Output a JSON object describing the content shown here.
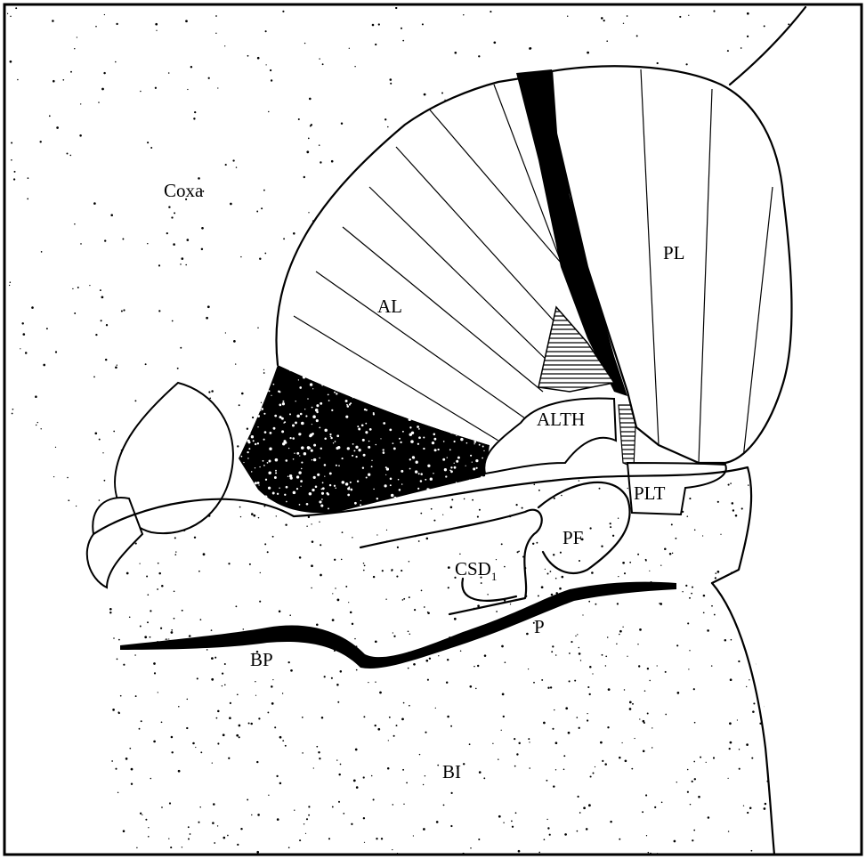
{
  "labels": {
    "coxa": "Coxa",
    "al": "AL",
    "pl": "PL",
    "alth": "ALTH",
    "plt": "PLT",
    "pf": "PF",
    "csd": "CSD",
    "csd_sub": "1",
    "p": "P",
    "bp": "BP",
    "bi": "BI"
  },
  "colors": {
    "ink": "#000000",
    "paper": "#ffffff"
  }
}
